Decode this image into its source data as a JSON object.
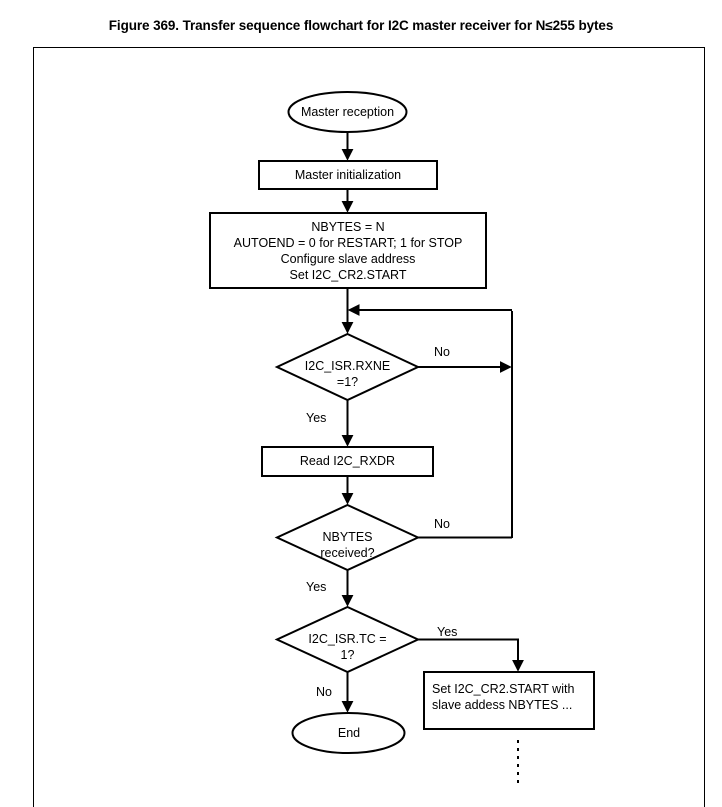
{
  "figure": {
    "title": "Figure 369. Transfer sequence flowchart for I2C master receiver for N≤255 bytes"
  },
  "flowchart": {
    "nodes": [
      {
        "id": "start",
        "type": "terminator",
        "label": "Master reception"
      },
      {
        "id": "init",
        "type": "process",
        "label": "Master initialization"
      },
      {
        "id": "config",
        "type": "process",
        "label": "NBYTES = N\nAUTOEND = 0 for RESTART; 1 for STOP\nConfigure slave address\nSet I2C_CR2.START"
      },
      {
        "id": "rxne",
        "type": "decision",
        "label": "I2C_ISR.RXNE\n=1?"
      },
      {
        "id": "read",
        "type": "process",
        "label": "Read I2C_RXDR"
      },
      {
        "id": "nbytes",
        "type": "decision",
        "label": "NBYTES\nreceived?"
      },
      {
        "id": "tc",
        "type": "decision",
        "label": "I2C_ISR.TC =\n1?"
      },
      {
        "id": "restart",
        "type": "process",
        "label": "Set I2C_CR2.START with\nslave addess NBYTES ..."
      },
      {
        "id": "end",
        "type": "terminator",
        "label": "End"
      }
    ],
    "edge_labels": {
      "rxne_no": "No",
      "rxne_yes": "Yes",
      "nbytes_no": "No",
      "nbytes_yes": "Yes",
      "tc_yes": "Yes",
      "tc_no": "No"
    },
    "colors": {
      "stroke": "#000000",
      "fill": "#ffffff",
      "text": "#000000"
    }
  }
}
